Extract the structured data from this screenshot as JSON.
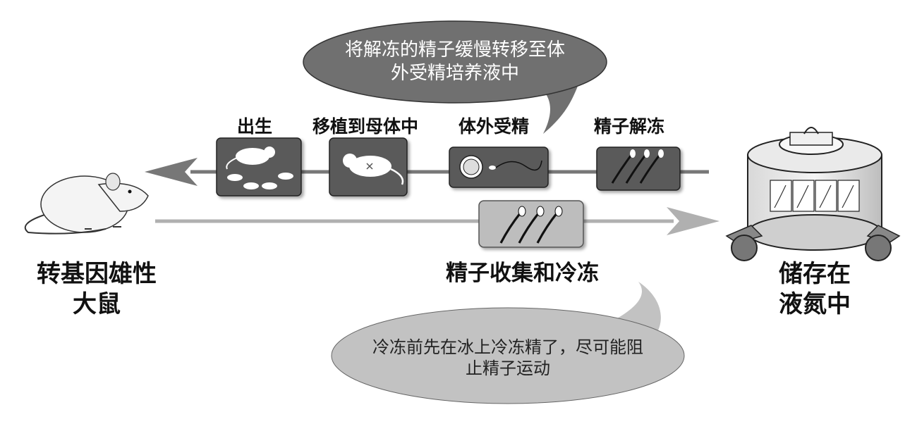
{
  "bubbles": {
    "top": {
      "lines": [
        "将解冻的精子缓慢转移至体",
        "外受精培养液中"
      ]
    },
    "bottom": {
      "lines": [
        "冷冻前先在冰上冷冻精了，尽可能阻",
        "止精子运动"
      ]
    }
  },
  "steps": {
    "birth": "出生",
    "transplant": "移植到母体中",
    "ivf": "体外受精",
    "thaw": "精子解冻",
    "collect": "精子收集和冷冻"
  },
  "left_title": [
    "转基因雄性",
    "大鼠"
  ],
  "right_title": [
    "储存在",
    "液氮中"
  ],
  "colors": {
    "bubble_dark": "#707070",
    "bubble_light": "#c2c2c2",
    "box_dark": "#5a5a5a",
    "box_light": "#bdbdbd",
    "arrow_gray": "#a8a8a8",
    "line_dark": "#777777"
  }
}
